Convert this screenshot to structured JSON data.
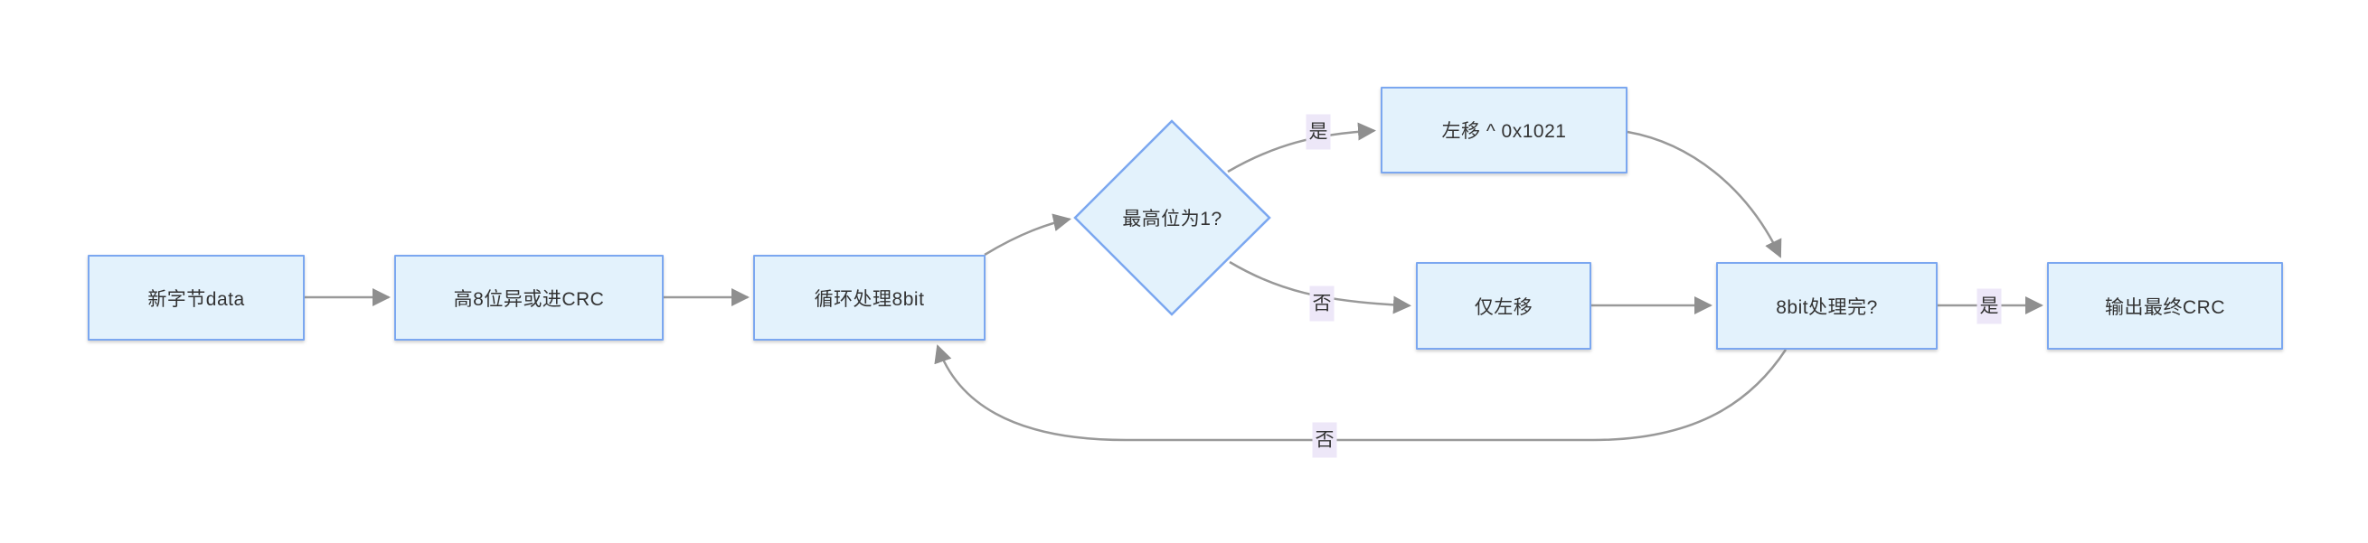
{
  "diagram": {
    "type": "flowchart",
    "direction": "left-to-right",
    "topic": "CRC 0x1021 byte processing loop"
  },
  "colors": {
    "background": "#ffffff",
    "node_fill": "#e3f2fc",
    "node_border": "#7ba7f0",
    "edge_stroke": "#999999",
    "arrow_fill": "#8f8f8f",
    "text": "#333333",
    "edge_label_bg": "#ede7f8"
  },
  "nodes": [
    {
      "id": "new-byte",
      "label": "新字节data",
      "shape": "rect"
    },
    {
      "id": "xor-high8",
      "label": "高8位异或进CRC",
      "shape": "rect"
    },
    {
      "id": "loop-8bit",
      "label": "循环处理8bit",
      "shape": "rect"
    },
    {
      "id": "msb-check",
      "label": "最高位为1?",
      "shape": "diamond"
    },
    {
      "id": "shift-xor",
      "label": "左移 ^ 0x1021",
      "shape": "rect"
    },
    {
      "id": "shift-only",
      "label": "仅左移",
      "shape": "rect"
    },
    {
      "id": "done-check",
      "label": "8bit处理完?",
      "shape": "rect"
    },
    {
      "id": "output-crc",
      "label": "输出最终CRC",
      "shape": "rect"
    }
  ],
  "edges": [
    {
      "from": "new-byte",
      "to": "xor-high8",
      "label": ""
    },
    {
      "from": "xor-high8",
      "to": "loop-8bit",
      "label": ""
    },
    {
      "from": "loop-8bit",
      "to": "msb-check",
      "label": ""
    },
    {
      "from": "msb-check",
      "to": "shift-xor",
      "label": "是"
    },
    {
      "from": "msb-check",
      "to": "shift-only",
      "label": "否"
    },
    {
      "from": "shift-xor",
      "to": "done-check",
      "label": ""
    },
    {
      "from": "shift-only",
      "to": "done-check",
      "label": ""
    },
    {
      "from": "done-check",
      "to": "output-crc",
      "label": "是"
    },
    {
      "from": "done-check",
      "to": "loop-8bit",
      "label": "否"
    }
  ]
}
